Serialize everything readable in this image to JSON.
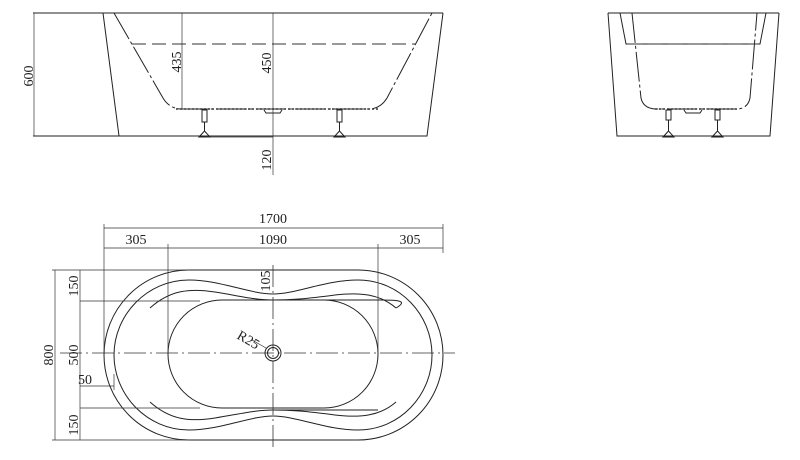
{
  "drawing": {
    "side_view": {
      "height_total": "600",
      "depth_shallow": "435",
      "depth_deep": "450",
      "leg_clearance": "120"
    },
    "top_view": {
      "length_total": "1700",
      "end_left": "305",
      "middle": "1090",
      "end_right": "305",
      "width_total": "800",
      "rim_top": "150",
      "basin_width": "500",
      "rim_bottom": "150",
      "wall_offset": "50",
      "waist_offset": "105",
      "drain_radius": "R25"
    },
    "line_color": "#222222"
  }
}
